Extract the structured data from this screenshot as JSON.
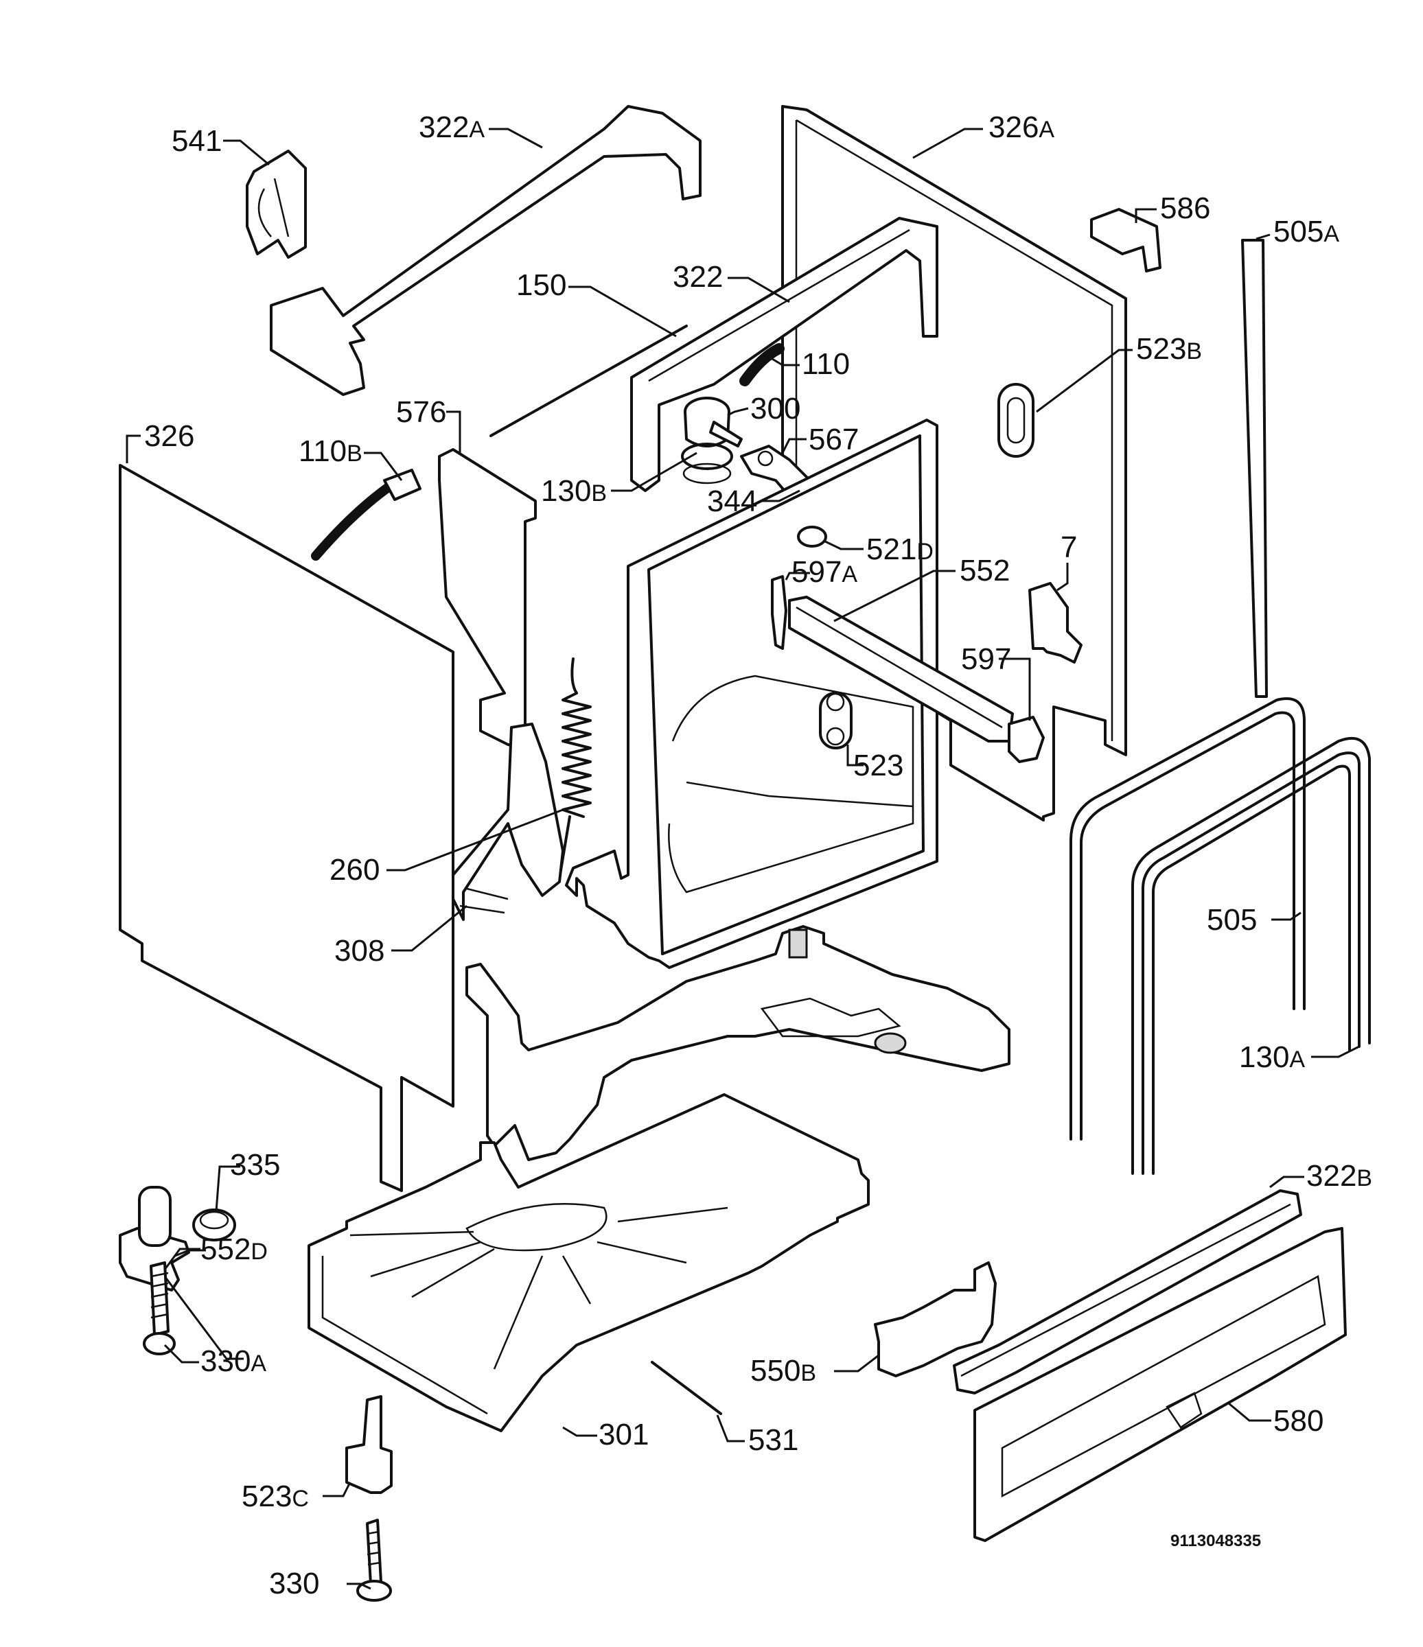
{
  "diagram": {
    "code": "9113048335",
    "callouts": [
      {
        "id": "c541",
        "num": "541",
        "suffix": ""
      },
      {
        "id": "c322A",
        "num": "322",
        "suffix": "A"
      },
      {
        "id": "c326A",
        "num": "326",
        "suffix": "A"
      },
      {
        "id": "c586",
        "num": "586",
        "suffix": ""
      },
      {
        "id": "c505A",
        "num": "505",
        "suffix": "A"
      },
      {
        "id": "c150",
        "num": "150",
        "suffix": ""
      },
      {
        "id": "c322",
        "num": "322",
        "suffix": ""
      },
      {
        "id": "c110",
        "num": "110",
        "suffix": ""
      },
      {
        "id": "c523B",
        "num": "523",
        "suffix": "B"
      },
      {
        "id": "c326",
        "num": "326",
        "suffix": ""
      },
      {
        "id": "c576",
        "num": "576",
        "suffix": ""
      },
      {
        "id": "c300",
        "num": "300",
        "suffix": ""
      },
      {
        "id": "c110B",
        "num": "110",
        "suffix": "B"
      },
      {
        "id": "c567",
        "num": "567",
        "suffix": ""
      },
      {
        "id": "c130B",
        "num": "130",
        "suffix": "B"
      },
      {
        "id": "c344",
        "num": "344",
        "suffix": ""
      },
      {
        "id": "c521D",
        "num": "521",
        "suffix": "D"
      },
      {
        "id": "c597A",
        "num": "597",
        "suffix": "A"
      },
      {
        "id": "c552",
        "num": "552",
        "suffix": ""
      },
      {
        "id": "c7",
        "num": "7",
        "suffix": ""
      },
      {
        "id": "c597",
        "num": "597",
        "suffix": ""
      },
      {
        "id": "c523",
        "num": "523",
        "suffix": ""
      },
      {
        "id": "c260",
        "num": "260",
        "suffix": ""
      },
      {
        "id": "c505",
        "num": "505",
        "suffix": ""
      },
      {
        "id": "c308",
        "num": "308",
        "suffix": ""
      },
      {
        "id": "c130A",
        "num": "130",
        "suffix": "A"
      },
      {
        "id": "c335",
        "num": "335",
        "suffix": ""
      },
      {
        "id": "c322B",
        "num": "322",
        "suffix": "B"
      },
      {
        "id": "c552D",
        "num": "552",
        "suffix": "D"
      },
      {
        "id": "c330A",
        "num": "330",
        "suffix": "A"
      },
      {
        "id": "c550B",
        "num": "550",
        "suffix": "B"
      },
      {
        "id": "c580",
        "num": "580",
        "suffix": ""
      },
      {
        "id": "c301",
        "num": "301",
        "suffix": ""
      },
      {
        "id": "c531",
        "num": "531",
        "suffix": ""
      },
      {
        "id": "c523C",
        "num": "523",
        "suffix": "C"
      },
      {
        "id": "c330",
        "num": "330",
        "suffix": ""
      }
    ]
  }
}
